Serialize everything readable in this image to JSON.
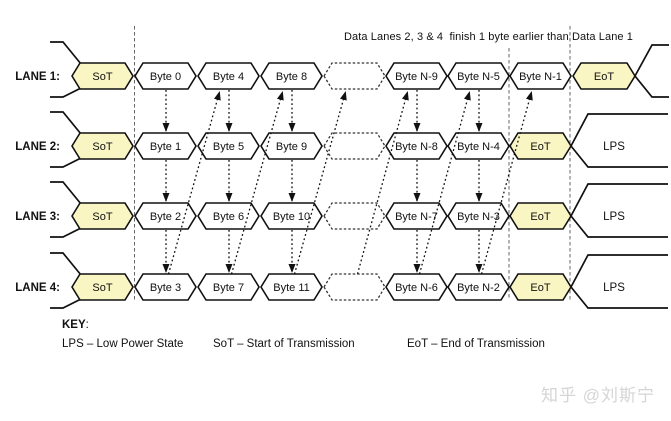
{
  "annotation": "Data Lanes 2, 3 & 4  finish 1 byte earlier than Data Lane 1",
  "lanes": [
    {
      "label": "LANE 1:",
      "cells": [
        "SoT",
        "Byte 0",
        "Byte 4",
        "Byte 8",
        "",
        "Byte N-9",
        "Byte N-5",
        "Byte N-1",
        "EoT"
      ],
      "lps": ""
    },
    {
      "label": "LANE 2:",
      "cells": [
        "SoT",
        "Byte 1",
        "Byte 5",
        "Byte 9",
        "",
        "Byte N-8",
        "Byte N-4",
        "EoT"
      ],
      "lps": "LPS"
    },
    {
      "label": "LANE 3:",
      "cells": [
        "SoT",
        "Byte 2",
        "Byte 6",
        "Byte 10",
        "",
        "Byte N-7",
        "Byte N-3",
        "EoT"
      ],
      "lps": "LPS"
    },
    {
      "label": "LANE 4:",
      "cells": [
        "SoT",
        "Byte 3",
        "Byte 7",
        "Byte 11",
        "",
        "Byte N-6",
        "Byte N-2",
        "EoT"
      ],
      "lps": "LPS"
    }
  ],
  "key": {
    "heading": "KEY",
    "colon": ":",
    "items": [
      "LPS – Low Power State",
      "SoT – Start of Transmission",
      "EoT – End of Transmission"
    ]
  },
  "watermark": "知乎 @刘斯宁",
  "colors": {
    "control_fill": "#FAF6C3",
    "data_fill": "#FFFFFF",
    "stroke": "#111111",
    "gap_stroke": "#333333",
    "ref_line": "#666666",
    "arrow": "#111111",
    "text": "#111111",
    "watermark": "#d5d5d5"
  }
}
